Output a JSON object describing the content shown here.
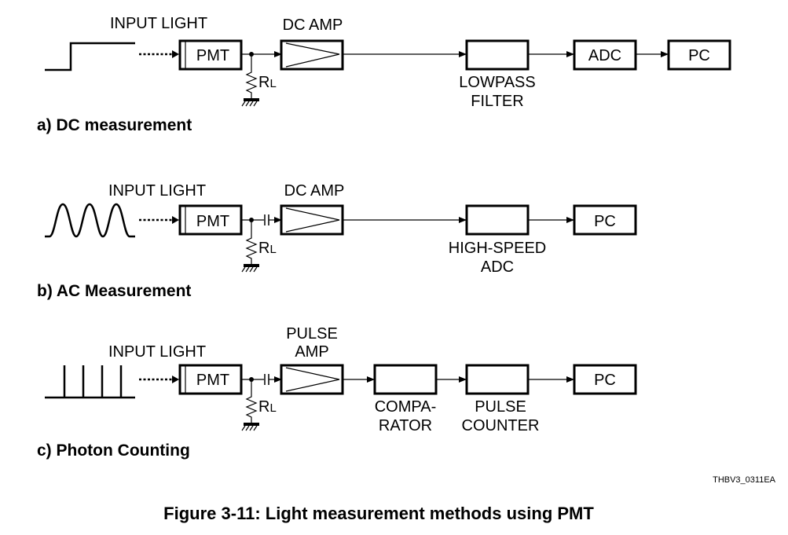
{
  "sections": {
    "dc": {
      "input_light": "INPUT LIGHT",
      "pmt": "PMT",
      "rl": "RL",
      "amp": "DC AMP",
      "filter_line1": "LOWPASS",
      "filter_line2": "FILTER",
      "adc": "ADC",
      "pc": "PC",
      "title": "a)  DC measurement"
    },
    "ac": {
      "input_light": "INPUT LIGHT",
      "pmt": "PMT",
      "rl": "RL",
      "amp": "DC AMP",
      "adc_line1": "HIGH-SPEED",
      "adc_line2": "ADC",
      "pc": "PC",
      "title": "b)  AC Measurement"
    },
    "pc": {
      "input_light": "INPUT LIGHT",
      "pmt": "PMT",
      "rl": "RL",
      "amp_line1": "PULSE",
      "amp_line2": "AMP",
      "comp_line1": "COMPA-",
      "comp_line2": "RATOR",
      "counter_line1": "PULSE",
      "counter_line2": "COUNTER",
      "pc": "PC",
      "title": "c)  Photon Counting"
    }
  },
  "figure_code": "THBV3_0311EA",
  "caption": "Figure 3-11: Light measurement methods using PMT"
}
